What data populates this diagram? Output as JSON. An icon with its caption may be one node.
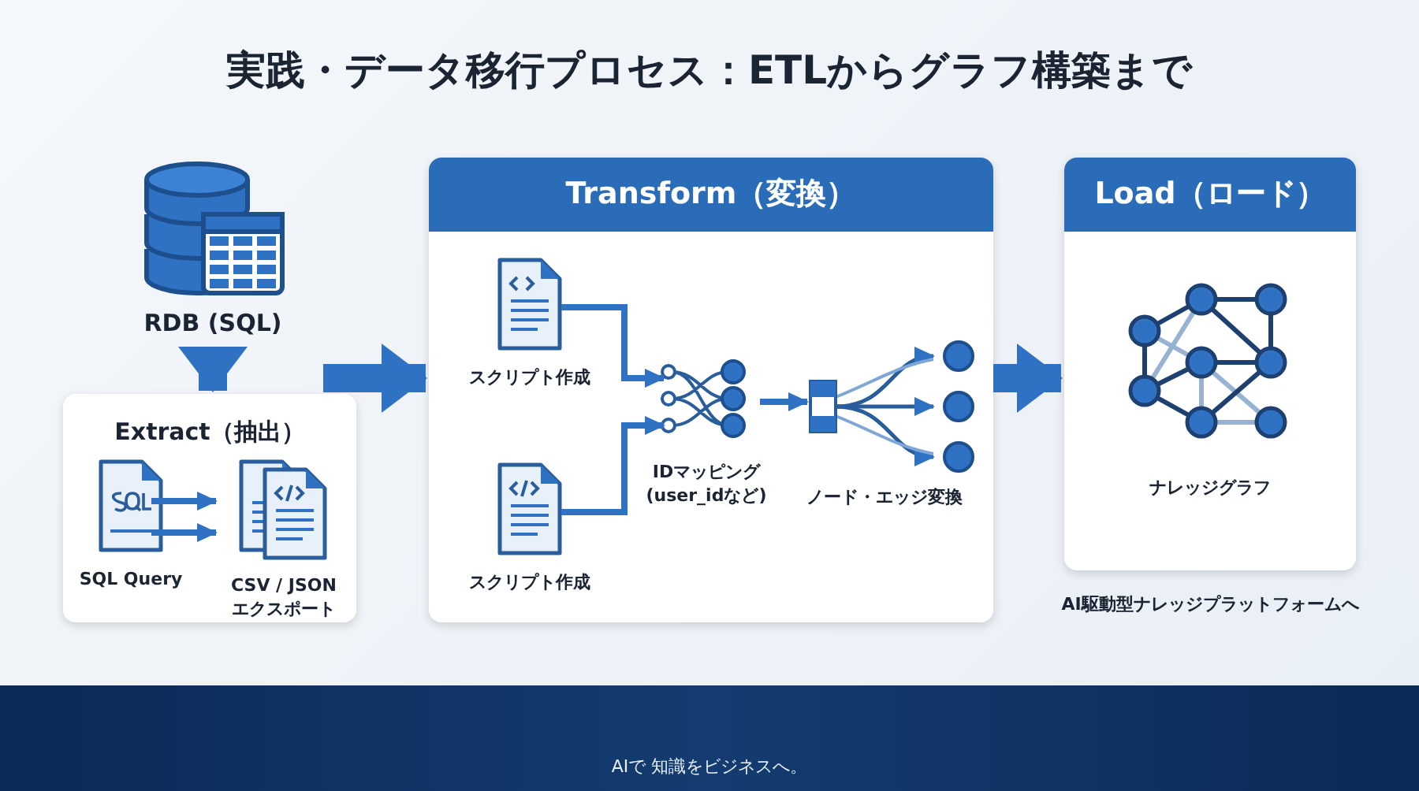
{
  "diagram": {
    "title": "実践・データ移行プロセス：ETLからグラフ構築まで",
    "nodes": [
      {
        "text": [
          "RDB (SQL)"
        ]
      },
      {
        "text": [
          "Extract（抽出）"
        ]
      },
      {
        "text": [
          "SQL Query"
        ],
        "in": 1
      },
      {
        "text": [
          "CSV / JSON エクスポート"
        ],
        "in": 1
      },
      {
        "text": [
          "Transform（変換）"
        ]
      },
      {
        "text": [
          "スクリプト作成"
        ],
        "in": 4
      },
      {
        "text": [
          "スクリプト作成"
        ],
        "in": 4
      },
      {
        "text": [
          "IDマッピング (user_idなど)"
        ],
        "in": 4
      },
      {
        "text": [
          "ノード・エッジ変換"
        ],
        "in": 4
      },
      {
        "text": [
          "Load（ロード）"
        ],
        "beside": [
          "AI駆動型ナレッジプラットフォームへ"
        ]
      },
      {
        "text": [
          "ナレッジグラフ"
        ],
        "in": 9
      }
    ],
    "edges": [
      {
        "from": 0,
        "to": 1,
        "arrow": "to",
        "style": "thick"
      },
      {
        "from": 2,
        "to": 3,
        "arrow": "to"
      },
      {
        "from": 2,
        "to": 3,
        "arrow": "to"
      },
      {
        "from": 1,
        "to": 4,
        "arrow": "to",
        "style": "thick"
      },
      {
        "from": 5,
        "to": 7,
        "arrow": "to"
      },
      {
        "from": 6,
        "to": 7,
        "arrow": "to"
      },
      {
        "from": 7,
        "to": 8,
        "arrow": "to"
      },
      {
        "from": 4,
        "to": 9,
        "arrow": "to",
        "style": "thick"
      }
    ],
    "labels": [
      "AIで 知識をビジネスへ。"
    ]
  }
}
